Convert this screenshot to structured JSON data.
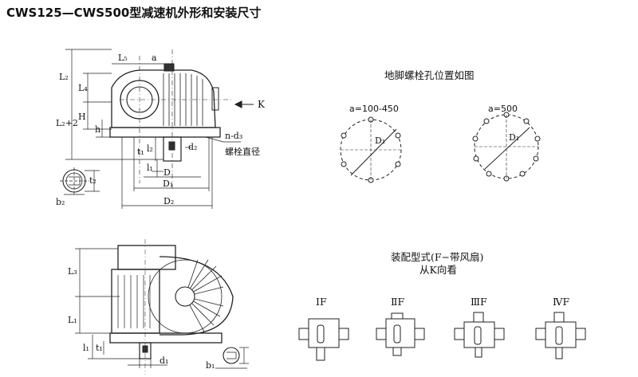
{
  "title": "CWS125—CWS500型减速机外形和安装尺寸",
  "top_view": {
    "dims": {
      "L5": "L₅",
      "a": "a",
      "L2": "L₂",
      "L4": "L₄",
      "H": "H",
      "L2plus2": "L₂+2",
      "h": "h",
      "l2": "l₂",
      "t1": "t₁",
      "d2": "d₂",
      "l1": "l₁",
      "D": "D",
      "D1": "D₁",
      "D2": "D₂",
      "b2": "b₂",
      "t2": "t₂"
    },
    "k_arrow": "K",
    "bolt_label": "n-d₃",
    "bolt_caption": "螺栓直径"
  },
  "bolt_section": {
    "title": "地脚螺栓孔位置如图",
    "left_range": "a=100-450",
    "right_range": "a=500",
    "diam": "D₁"
  },
  "bottom_view": {
    "dims": {
      "L3": "L₃",
      "L1": "L₁",
      "l1": "l₁",
      "t1": "t₁",
      "d1": "d₁",
      "b1": "b₁"
    }
  },
  "assembly": {
    "title": "装配型式(F−带风扇)",
    "subtitle": "从K向看",
    "types": [
      "ⅠF",
      "ⅡF",
      "ⅢF",
      "ⅣF"
    ]
  }
}
